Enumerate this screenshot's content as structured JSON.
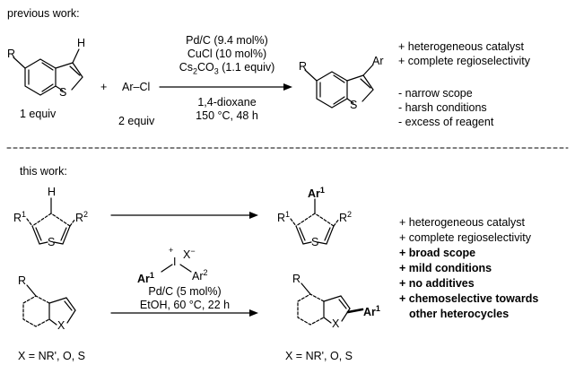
{
  "previous": {
    "header": "previous work:",
    "substrate": {
      "R": "R",
      "H": "H",
      "S": "S",
      "equiv": "1 equiv"
    },
    "plus": "+",
    "reagent": {
      "label": "Ar–Cl",
      "equiv": "2 equiv"
    },
    "conditions": {
      "cat1": "Pd/C (9.4 mol%)",
      "cat2": "CuCl (10 mol%)",
      "base_prefix": "Cs",
      "base_sub1": "2",
      "base_mid": "CO",
      "base_sub2": "3",
      "base_suffix": " (1.1 equiv)",
      "solvent": "1,4-dioxane",
      "temp": "150 °C, 48 h"
    },
    "product": {
      "R": "R",
      "Ar": "Ar",
      "S": "S"
    },
    "notes": [
      "+ heterogeneous catalyst",
      "+ complete regioselectivity",
      "- narrow scope",
      "- harsh conditions",
      "- excess of reagent"
    ]
  },
  "current": {
    "header": "this work:",
    "thiophene": {
      "R1": "R",
      "R1_sup": "1",
      "R2": "R",
      "R2_sup": "2",
      "H": "H",
      "S": "S"
    },
    "thiophene_product": {
      "Ar": "Ar",
      "Ar_sup": "1",
      "R1": "R",
      "R1_sup": "1",
      "R2": "R",
      "R2_sup": "2",
      "S": "S"
    },
    "reagent": {
      "Ar1": "Ar",
      "Ar1_sup": "1",
      "I": "I",
      "charge": "+",
      "anion": "X",
      "anion_charge": "−",
      "Ar2": "Ar",
      "Ar2_sup": "2"
    },
    "conditions": {
      "cat": "Pd/C (5 mol%)",
      "solvent": "EtOH, 60 °C, 22 h"
    },
    "bicyclic": {
      "R": "R",
      "X": "X",
      "label": "X = NR', O, S"
    },
    "bicyclic_product": {
      "R": "R",
      "X": "X",
      "Ar": "Ar",
      "Ar_sup": "1",
      "label": "X = NR', O, S"
    },
    "notes": [
      {
        "text": "+ heterogeneous catalyst",
        "bold": false
      },
      {
        "text": "+ complete regioselectivity",
        "bold": false
      },
      {
        "text": "+ broad scope",
        "bold": true
      },
      {
        "text": "+ mild conditions",
        "bold": true
      },
      {
        "text": "+ no additives",
        "bold": true
      },
      {
        "text": "+ chemoselective towards",
        "bold": true
      },
      {
        "text": "other heterocycles",
        "bold": true
      }
    ]
  }
}
